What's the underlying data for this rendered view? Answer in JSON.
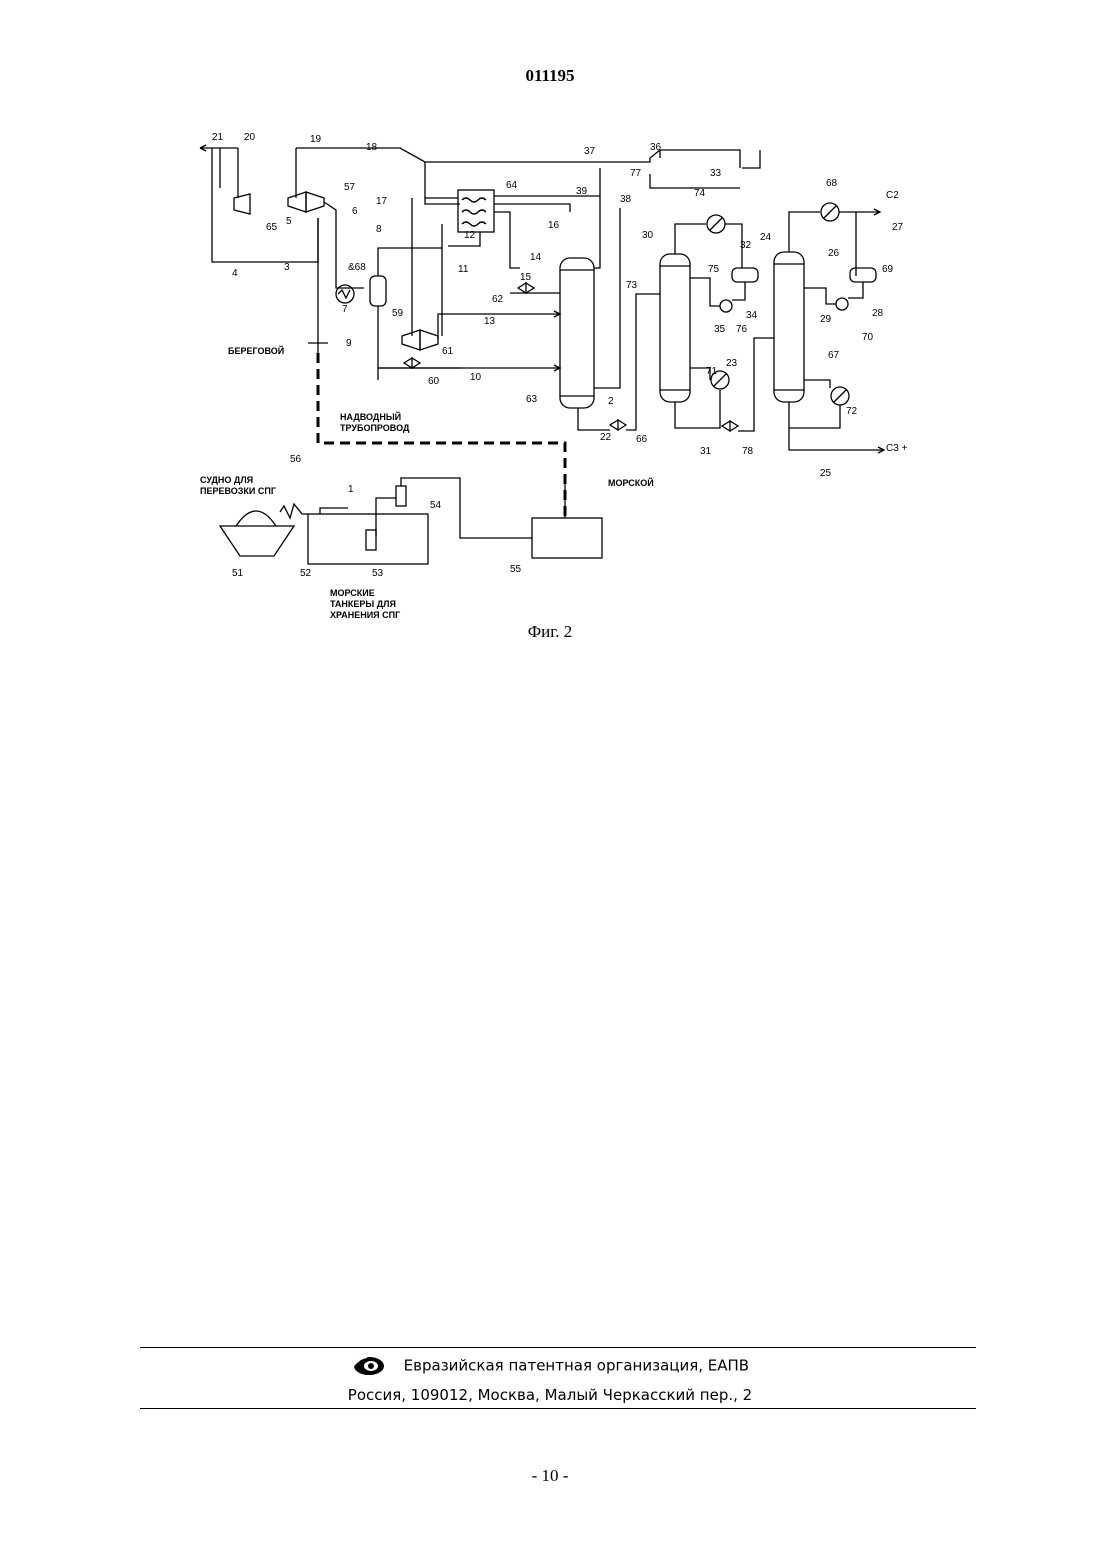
{
  "header": {
    "doc_number": "011195"
  },
  "figure": {
    "caption": "Фиг. 2",
    "labels": {
      "shore": "БЕРЕГОВОЙ",
      "marine": "МОРСКОЙ",
      "pipeline_l1": "НАДВОДНЫЙ",
      "pipeline_l2": "ТРУБОПРОВОД",
      "ship_l1": "СУДНО ДЛЯ",
      "ship_l2": "ПЕРЕВОЗКИ СПГ",
      "tanker_l1": "МОРСКИЕ",
      "tanker_l2": "ТАНКЕРЫ ДЛЯ",
      "tanker_l3": "ХРАНЕНИЯ СПГ",
      "c2": "C2",
      "c3": "C3 +",
      "amp": "&68"
    },
    "numbers": [
      "21",
      "20",
      "19",
      "18",
      "37",
      "36",
      "77",
      "33",
      "57",
      "64",
      "39",
      "38",
      "74",
      "68",
      "17",
      "6",
      "5",
      "65",
      "8",
      "12",
      "16",
      "30",
      "32",
      "24",
      "26",
      "27",
      "14",
      "11",
      "4",
      "3",
      "7",
      "59",
      "15",
      "62",
      "75",
      "73",
      "69",
      "28",
      "29",
      "13",
      "35",
      "76",
      "34",
      "70",
      "9",
      "61",
      "60",
      "10",
      "71",
      "23",
      "67",
      "63",
      "22",
      "66",
      "31",
      "78",
      "2",
      "72",
      "25",
      "56",
      "1",
      "54",
      "52",
      "53",
      "51",
      "55"
    ]
  },
  "footer": {
    "org": "Евразийская патентная организация, ЕАПВ",
    "address": "Россия, 109012, Москва, Малый Черкасский пер., 2"
  },
  "page": {
    "number": "- 10 -"
  }
}
